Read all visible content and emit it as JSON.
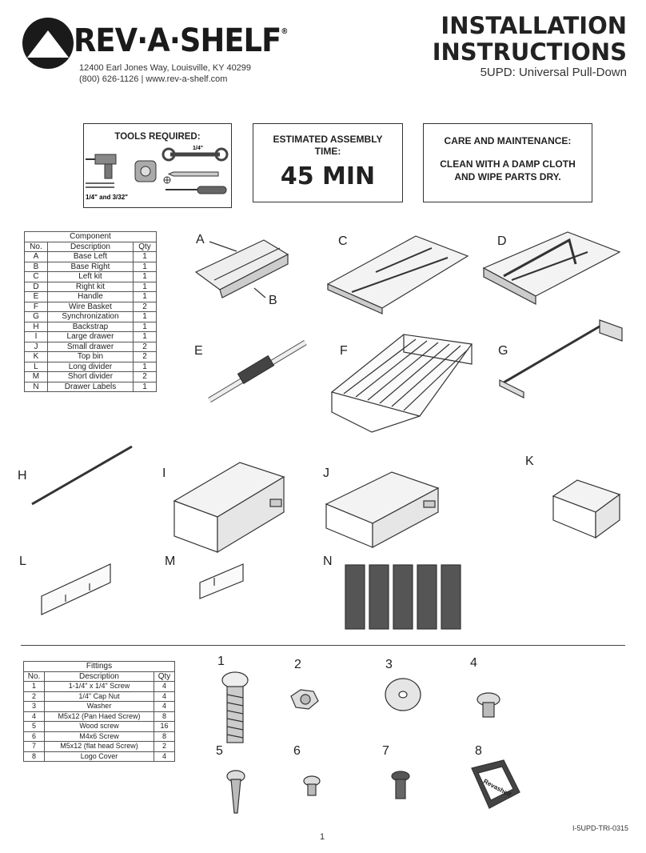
{
  "header": {
    "brand": "REV·A·SHELF",
    "registered": "®",
    "address_line1": "12400 Earl Jones Way, Louisville, KY 40299",
    "address_line2": "(800) 626-1126  |  www.rev-a-shelf.com",
    "title_line1": "INSTALLATION",
    "title_line2": "INSTRUCTIONS",
    "subtitle": "5UPD: Universal Pull-Down"
  },
  "tools": {
    "heading": "TOOLS REQUIRED:",
    "bit_label": "1/4\" and 3/32\"",
    "wrench_label": "1/4\""
  },
  "assembly": {
    "heading": "ESTIMATED ASSEMBLY TIME:",
    "time": "45 MIN"
  },
  "care": {
    "heading": "CARE AND MAINTENANCE:",
    "text": "CLEAN WITH A DAMP CLOTH AND WIPE PARTS DRY."
  },
  "components": {
    "caption": "Component",
    "headers": [
      "No.",
      "Description",
      "Qty"
    ],
    "rows": [
      [
        "A",
        "Base Left",
        "1"
      ],
      [
        "B",
        "Base Right",
        "1"
      ],
      [
        "C",
        "Left kit",
        "1"
      ],
      [
        "D",
        "Right kit",
        "1"
      ],
      [
        "E",
        "Handle",
        "1"
      ],
      [
        "F",
        "Wire Basket",
        "2"
      ],
      [
        "G",
        "Synchronization",
        "1"
      ],
      [
        "H",
        "Backstrap",
        "1"
      ],
      [
        "I",
        "Large drawer",
        "1"
      ],
      [
        "J",
        "Small drawer",
        "2"
      ],
      [
        "K",
        "Top bin",
        "2"
      ],
      [
        "L",
        "Long divider",
        "1"
      ],
      [
        "M",
        "Short divider",
        "2"
      ],
      [
        "N",
        "Drawer Labels",
        "1"
      ]
    ]
  },
  "part_labels": [
    "A",
    "B",
    "C",
    "D",
    "E",
    "F",
    "G",
    "H",
    "I",
    "J",
    "K",
    "L",
    "M",
    "N"
  ],
  "fittings": {
    "caption": "Fittings",
    "headers": [
      "No.",
      "Description",
      "Qty"
    ],
    "rows": [
      [
        "1",
        "1-1/4\" x 1/4\" Screw",
        "4"
      ],
      [
        "2",
        "1/4\" Cap Nut",
        "4"
      ],
      [
        "3",
        "Washer",
        "4"
      ],
      [
        "4",
        "M5x12 (Pan Haed Screw)",
        "8"
      ],
      [
        "5",
        "Wood screw",
        "16"
      ],
      [
        "6",
        "M4x6 Screw",
        "8"
      ],
      [
        "7",
        "M5x12 (flat head Screw)",
        "2"
      ],
      [
        "8",
        "Logo Cover",
        "4"
      ]
    ]
  },
  "fitting_labels": [
    "1",
    "2",
    "3",
    "4",
    "5",
    "6",
    "7",
    "8"
  ],
  "logo_cover_text": "Revashelf",
  "footer": {
    "doc_id": "I-5UPD-TRI-0315",
    "page": "1"
  }
}
